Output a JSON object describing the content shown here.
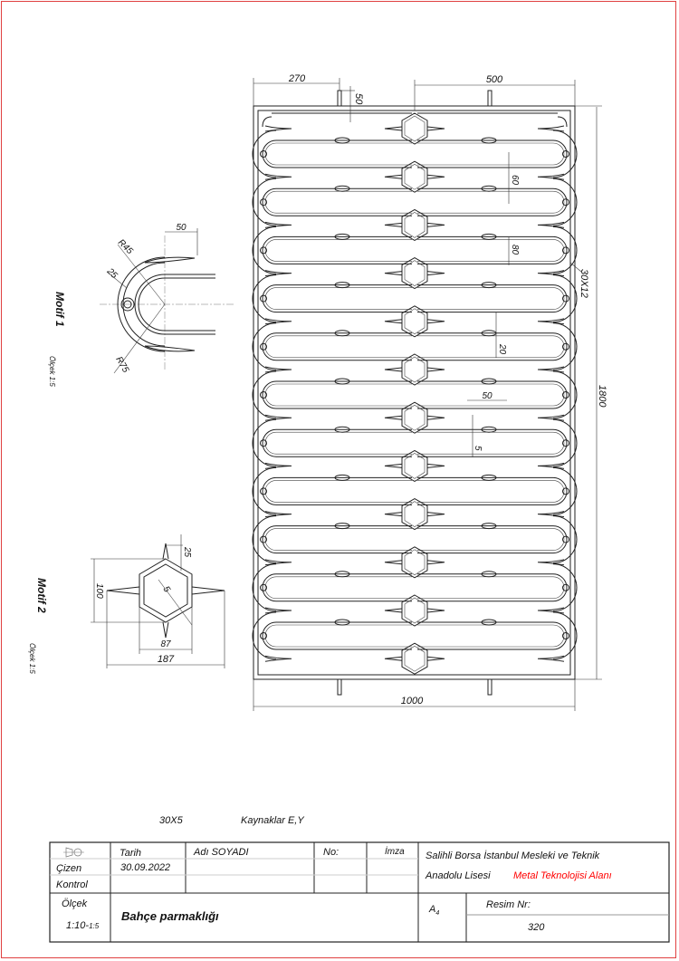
{
  "drawing": {
    "main_view": {
      "dims": {
        "left_offset": "270",
        "spacing": "500",
        "post_height": "50",
        "height": "1800",
        "width": "1000",
        "frame_profile": "30X12",
        "gap_60": "60",
        "gap_80": "80",
        "gap_20": "20",
        "oval_50": "50",
        "oval_5": "5"
      },
      "hexagon_count": 12,
      "loop_rows": 11
    },
    "motif1": {
      "title": "Motif 1",
      "scale": "Ölçek 1:5",
      "dims": {
        "width": "50",
        "r_inner": "R45",
        "r_outer": "R75",
        "ring": "25"
      }
    },
    "motif2": {
      "title": "Motif 2",
      "scale": "Ölçek 1:5",
      "dims": {
        "spike": "25",
        "height": "100",
        "thickness": "5",
        "hex_width": "87",
        "total_width": "187"
      }
    },
    "notes": {
      "material": "30X5",
      "welds": "Kaynaklar E,Y"
    }
  },
  "title_block": {
    "projection_symbol": "projection-symbol",
    "date_label": "Tarih",
    "name_label": "Adı SOYADI",
    "no_label": "No:",
    "signature_label": "İmza",
    "drawn_label": "Çizen",
    "drawn_date": "30.09.2022",
    "checked_label": "Kontrol",
    "school_line1": "Salihli Borsa İstanbul Mesleki ve Teknik",
    "school_line2": "Anadolu Lisesi",
    "department": "Metal Teknolojisi Alanı",
    "scale_label": "Ölçek",
    "scale_value": "1:10-",
    "scale_value_small": "1:5",
    "drawing_title": "Bahçe parmaklığı",
    "paper_size": "A",
    "paper_size_sub": "4",
    "drawing_no_label": "Resim Nr:",
    "drawing_no": "320",
    "department_color": "#ff0000"
  }
}
